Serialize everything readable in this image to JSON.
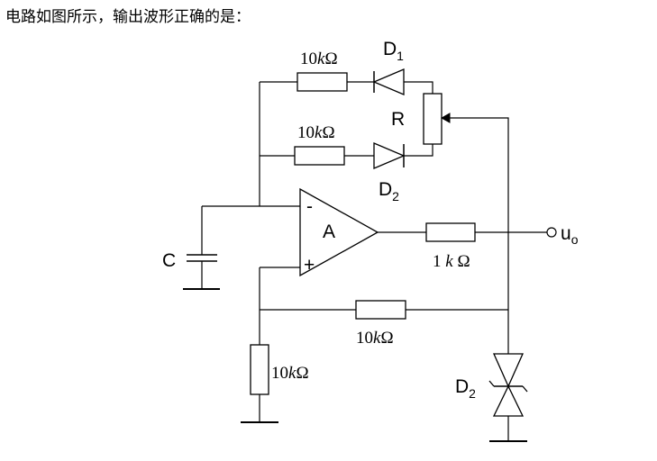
{
  "question": "电路如图所示，输出波形正确的是：",
  "labels": {
    "r_top": {
      "value": "10",
      "unit_k": "k",
      "ohm": "Ω"
    },
    "r_mid": {
      "value": "10",
      "unit_k": "k",
      "ohm": "Ω"
    },
    "r_out": {
      "value": "1 ",
      "unit_k": "k",
      "ohm": " Ω"
    },
    "r_fb": {
      "value": "10",
      "unit_k": "k",
      "ohm": "Ω"
    },
    "r_gnd": {
      "value": "10",
      "unit_k": "k",
      "ohm": "Ω"
    },
    "d1": {
      "letter": "D",
      "sub": "1"
    },
    "d2_mid": {
      "letter": "D",
      "sub": "2"
    },
    "d2_zener": {
      "letter": "D",
      "sub": "2"
    },
    "pot": "R",
    "cap": "C",
    "opamp": "A",
    "minus": "-",
    "plus": "+",
    "output": {
      "letter": "u",
      "sub": "o"
    }
  }
}
